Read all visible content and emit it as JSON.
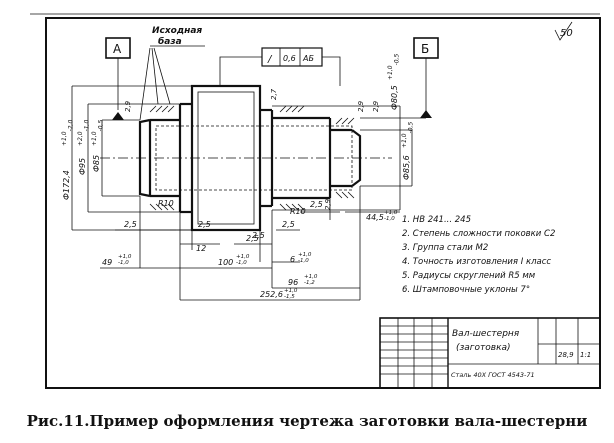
{
  "drawing": {
    "roughness": "50",
    "datum_a": "A",
    "datum_b": "Б",
    "base_label_1": "Исходная",
    "base_label_2": "база",
    "tolerance_symbol": "/",
    "tolerance_value": "0,6",
    "tolerance_datums": "АБ",
    "dims": {
      "d_flange": "Ф172,4",
      "d_flange_tol": "+1,0\n-2,0",
      "d_left_collar": "Ф95",
      "d_left_collar_tol": "+2,0\n-1,0",
      "d_left_shaft": "Ф85",
      "d_left_shaft_tol": "+1,0\n-0,5",
      "d_right_collar": "Ф80,5",
      "d_right_collar_tol": "+1,0\n-0,5",
      "d_right_shaft": "Ф85,6",
      "d_right_shaft_tol": "+1,0\n-0,5",
      "allow_1": "2,7",
      "allow_2": "2,9",
      "allow_3": "2,9",
      "allow_4": "2,9",
      "allow_5": "2,9",
      "r_left": "R10",
      "r_right": "R10",
      "step_25_a": "2,5",
      "step_25_b": "2,5",
      "step_25_c": "2,5",
      "step_25_d": "2,5",
      "step_25_e": "2,5",
      "step_25_f": "2,5",
      "len_12": "12",
      "len_49": "49",
      "len_49_tol": "+1,0\n-1,0",
      "len_100": "100",
      "len_100_tol": "+1,0\n-1,0",
      "len_6": "6",
      "len_6_tol": "+1,0\n-1,0",
      "len_44_5": "44,5",
      "len_44_5_tol": "+1,0\n-1,0",
      "len_96": "96",
      "len_96_tol": "+1,0\n-1,2",
      "len_252": "252,6",
      "len_252_tol": "+1,0\n-1,5"
    },
    "notes": [
      "1. НВ  241... 245",
      "2. Степень сложности поковки С2",
      "3. Группа стали М2",
      "4. Точность изготовления I класс",
      "5. Радиусы  скруглений  R5 мм",
      "6. Штамповочные  уклоны  7°"
    ],
    "title_block": {
      "name_1": "Вал-шестерня",
      "name_2": "(заготовка)",
      "standard": "Сталь 40Х ГОСТ 4543-71",
      "mass": "28,9",
      "scale": "1:1"
    }
  },
  "caption": "Рис.11.Пример оформления чертежа заготовки вала-шестерни"
}
